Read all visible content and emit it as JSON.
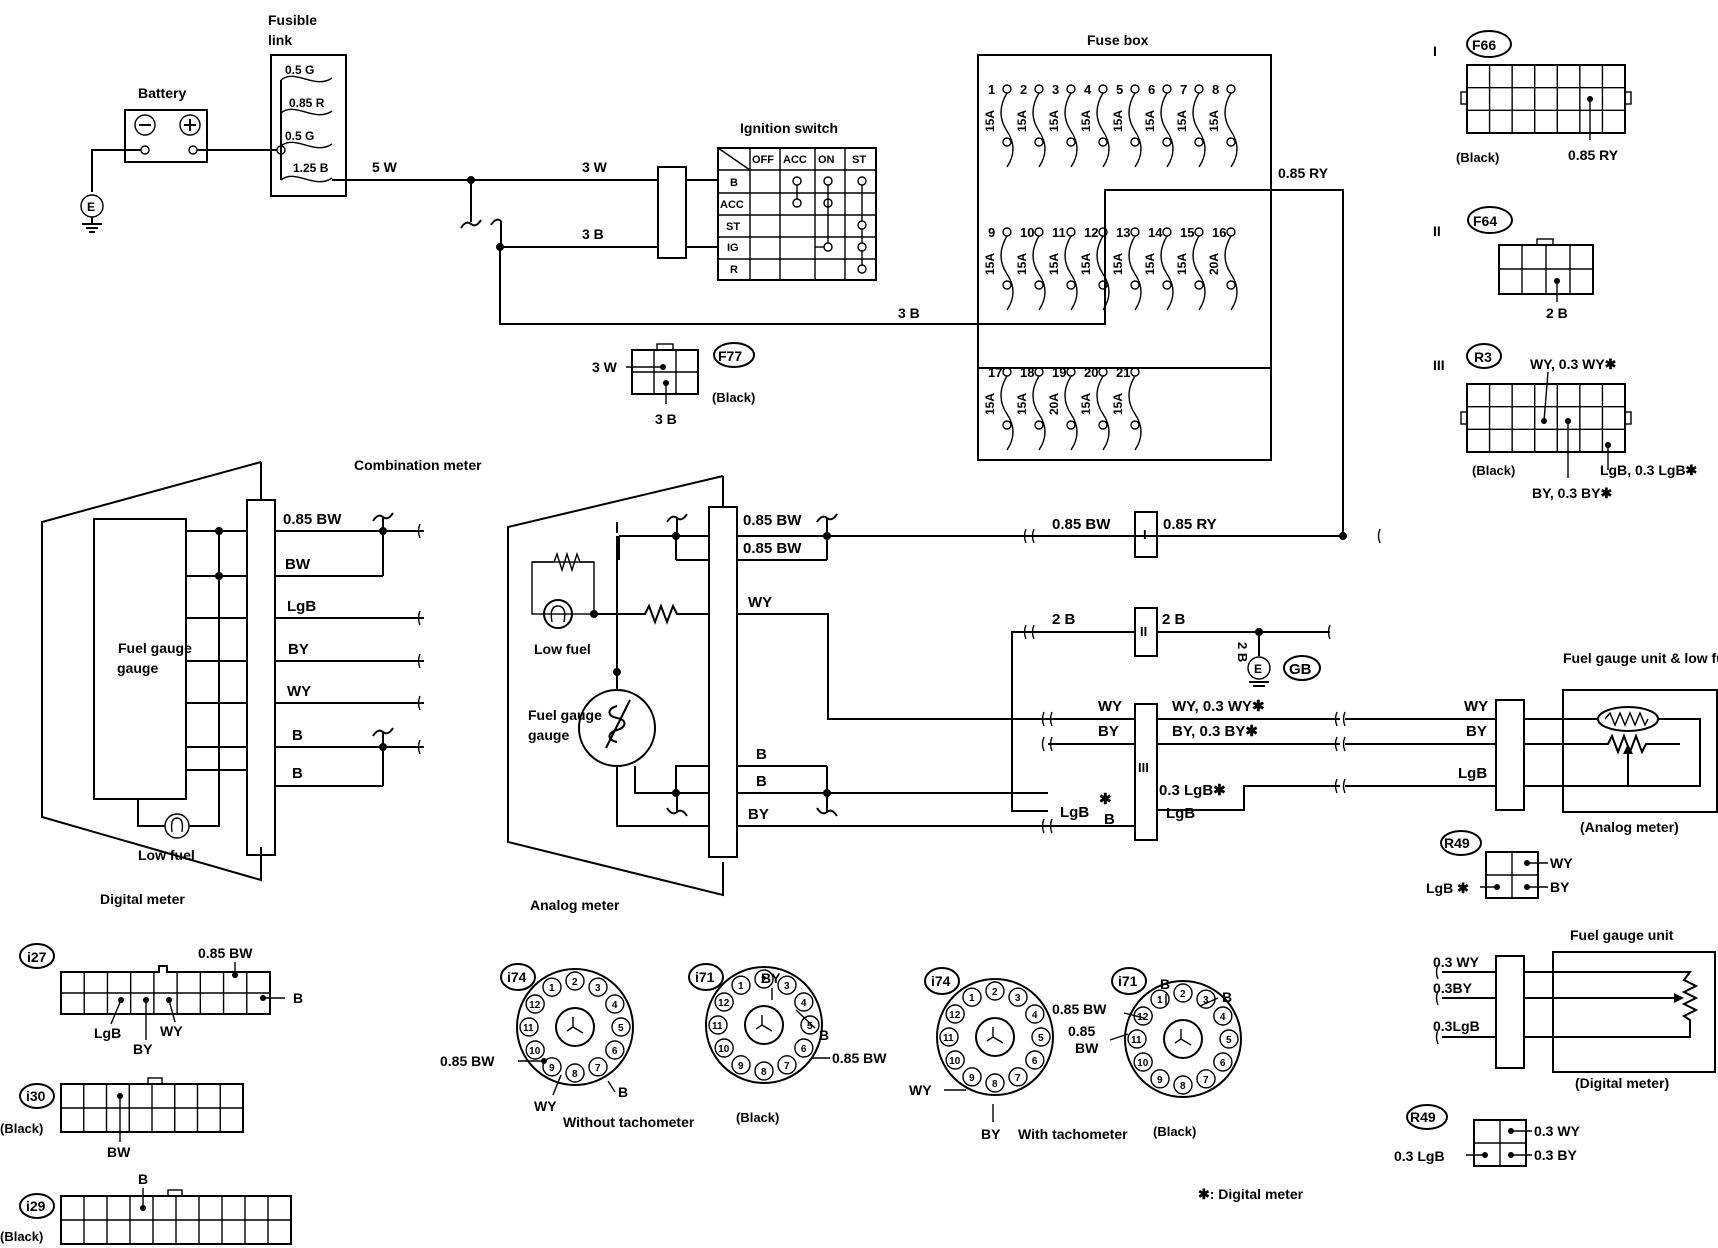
{
  "labels": {
    "battery": "Battery",
    "fusible_link": "Fusible link",
    "ignition_switch": "Ignition switch",
    "fuse_box": "Fuse box",
    "combination_meter": "Combination meter",
    "fuel_gauge_digital": "Fuel gauge",
    "low_fuel_digital": "Low fuel",
    "digital_meter": "Digital meter",
    "low_fuel_analog": "Low fuel",
    "fuel_gauge_analog": "Fuel gauge",
    "analog_meter": "Analog meter",
    "fuel_gauge_unit_low_fuel_sensor": "Fuel gauge unit & low fuel sensor",
    "analog_meter_paren": "(Analog meter)",
    "fuel_gauge_unit": "Fuel gauge unit",
    "digital_meter_paren": "(Digital meter)",
    "without_tachometer": "Without tachometer",
    "with_tachometer": "With tachometer",
    "digital_meter_note": "✱: Digital meter",
    "black": "(Black)",
    "earth": "E"
  },
  "fusible_link": [
    "0.5 G",
    "0.85 R",
    "0.5 G",
    "1.25 B"
  ],
  "ignition_table": {
    "columns": [
      "OFF",
      "ACC",
      "ON",
      "ST"
    ],
    "rows": [
      "B",
      "ACC",
      "ST",
      "IG",
      "R"
    ]
  },
  "fuses": {
    "row1": {
      "numbers": [
        "1",
        "2",
        "3",
        "4",
        "5",
        "6",
        "7",
        "8"
      ],
      "ratings": [
        "15A",
        "15A",
        "15A",
        "15A",
        "15A",
        "15A",
        "15A",
        "15A"
      ]
    },
    "row2": {
      "numbers": [
        "9",
        "10",
        "11",
        "12",
        "13",
        "14",
        "15",
        "16"
      ],
      "ratings": [
        "15A",
        "15A",
        "15A",
        "15A",
        "15A",
        "15A",
        "15A",
        "20A"
      ]
    },
    "row3": {
      "numbers": [
        "17",
        "18",
        "19",
        "20",
        "21"
      ],
      "ratings": [
        "15A",
        "15A",
        "20A",
        "15A",
        "15A"
      ]
    }
  },
  "wires": {
    "w5W": "5 W",
    "w3W": "3 W",
    "w3B": "3 B",
    "w3B_bottom": "3 B",
    "w085RY": "0.85 RY",
    "dig_085BW": "0.85 BW",
    "dig_BW": "BW",
    "dig_LgB": "LgB",
    "dig_BY": "BY",
    "dig_WY": "WY",
    "dig_B1": "B",
    "dig_B2": "B",
    "an_085BW_1": "0.85 BW",
    "an_085BW_2": "0.85 BW",
    "an_WY": "WY",
    "an_B1": "B",
    "an_B2": "B",
    "an_BY": "BY",
    "mid_085BW": "0.85 BW",
    "mid_085RY": "0.85 RY",
    "mid_2B_l": "2 B",
    "mid_2B_r": "2 B",
    "gb_2B": "2 B",
    "III_WY": "WY",
    "III_BY": "BY",
    "III_LgB": "LgB",
    "III_B": "B",
    "III_star": "✱",
    "III_WY_r": "WY, 0.3 WY✱",
    "III_BY_r": "BY, 0.3 BY✱",
    "III_LgB_r1": "0.3 LgB✱",
    "III_LgB_r2": "LgB",
    "sensor_WY": "WY",
    "sensor_BY": "BY",
    "sensor_LgB": "LgB",
    "dm_WY": "0.3 WY",
    "dm_BY": "0.3BY",
    "dm_LgB": "0.3LgB"
  },
  "connectors": {
    "F77": {
      "id": "F77",
      "a": "3 W",
      "b": "3 B",
      "color": "(Black)"
    },
    "F66": {
      "id": "F66",
      "roman": "I",
      "wire": "0.85 RY",
      "color": "(Black)"
    },
    "F64": {
      "id": "F64",
      "roman": "II",
      "wire": "2 B"
    },
    "R3": {
      "id": "R3",
      "roman": "III",
      "w1": "WY, 0.3 WY✱",
      "w2": "BY, 0.3 BY✱",
      "w3": "LgB, 0.3 LgB✱",
      "color": "(Black)"
    },
    "GB": {
      "id": "GB"
    },
    "R49a": {
      "id": "R49",
      "w1": "WY",
      "w2": "BY",
      "w3": "LgB ✱"
    },
    "R49b": {
      "id": "R49",
      "w1": "0.3 WY",
      "w2": "0.3 BY",
      "w3": "0.3 LgB"
    },
    "i27": {
      "id": "i27",
      "w1": "0.85 BW",
      "w2": "B",
      "w3": "LgB",
      "w4": "BY",
      "w5": "WY"
    },
    "i30": {
      "id": "i30",
      "color": "(Black)",
      "w1": "BW"
    },
    "i29": {
      "id": "i29",
      "color": "(Black)",
      "w1": "B"
    },
    "i74a": {
      "id": "i74",
      "w1": "0.85 BW",
      "w2": "WY",
      "w3": "B"
    },
    "i71a": {
      "id": "i71",
      "w1": "BY",
      "w2": "B",
      "w3": "0.85 BW",
      "color": "(Black)"
    },
    "i74b": {
      "id": "i74",
      "w1": "WY",
      "w2": "BY"
    },
    "i71b": {
      "id": "i71",
      "w1": "0.85 BW",
      "w2": "0.85 BW",
      "w3": "B",
      "w4": "B",
      "color": "(Black)"
    }
  },
  "roman": {
    "I": "I",
    "II": "II",
    "III": "III"
  }
}
